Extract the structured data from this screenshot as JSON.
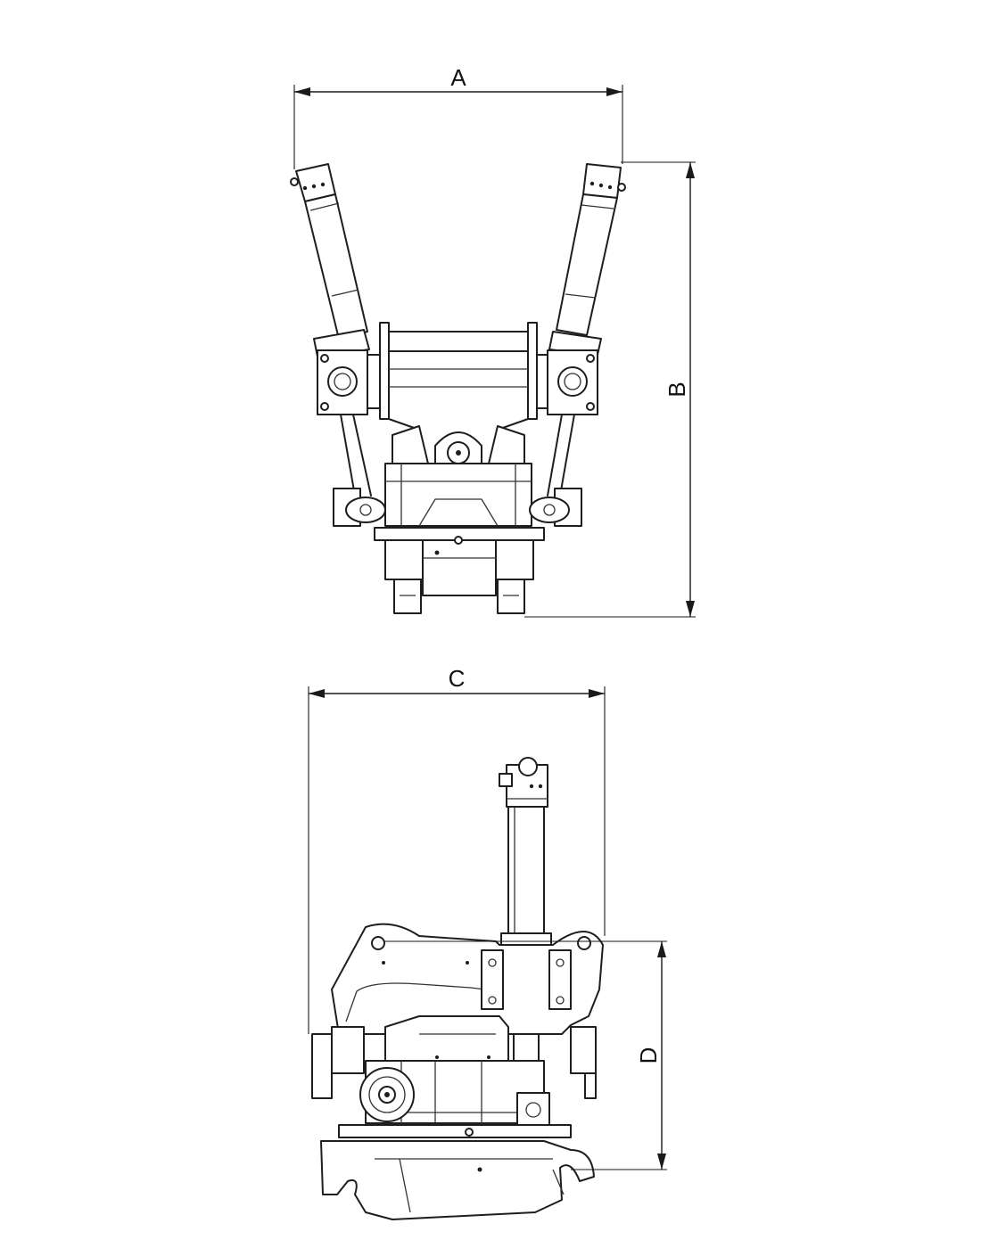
{
  "dimensions": {
    "a": "A",
    "b": "B",
    "c": "C",
    "d": "D"
  },
  "colors": {
    "line": "#1e1e1e",
    "background": "#ffffff"
  }
}
